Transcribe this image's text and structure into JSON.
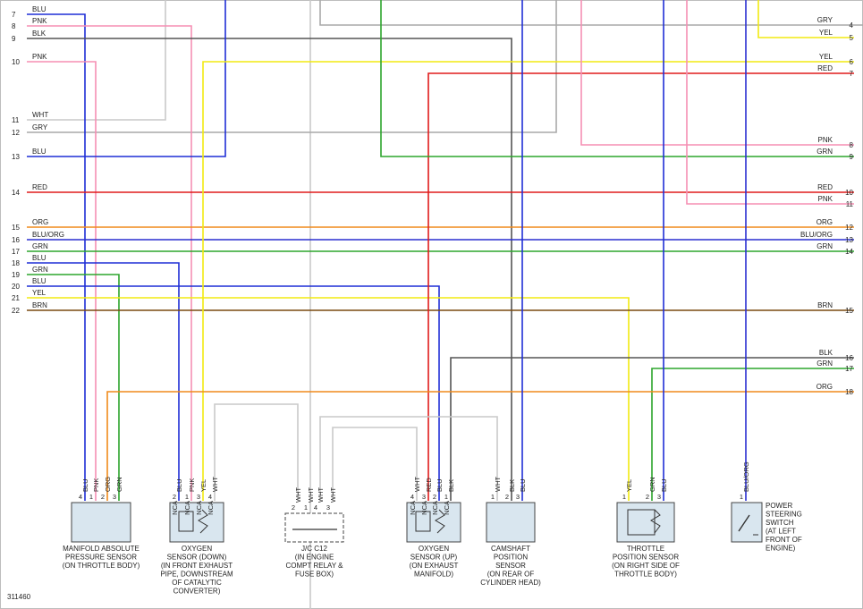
{
  "figure_id": "311460",
  "colors": {
    "BLU": "#1f2ed6",
    "PNK": "#f58fb4",
    "BLK": "#555555",
    "WHT": "#c9c9c9",
    "GRY": "#a9a9a9",
    "RED": "#e01b1b",
    "YEL": "#f2ea10",
    "GRN": "#2da52d",
    "ORG": "#f08a1c",
    "BRN": "#7a4a10",
    "BLU/ORG": "#2a2fd0"
  },
  "left_terminals": [
    {
      "pin": "7",
      "color": "BLU"
    },
    {
      "pin": "8",
      "color": "PNK"
    },
    {
      "pin": "9",
      "color": "BLK"
    },
    {
      "pin": "10",
      "color": "PNK"
    },
    {
      "pin": "11",
      "color": "WHT"
    },
    {
      "pin": "12",
      "color": "GRY"
    },
    {
      "pin": "13",
      "color": "BLU"
    },
    {
      "pin": "14",
      "color": "RED"
    },
    {
      "pin": "15",
      "color": "ORG"
    },
    {
      "pin": "16",
      "color": "BLU/ORG"
    },
    {
      "pin": "17",
      "color": "GRN"
    },
    {
      "pin": "18",
      "color": "BLU"
    },
    {
      "pin": "19",
      "color": "GRN"
    },
    {
      "pin": "20",
      "color": "BLU"
    },
    {
      "pin": "21",
      "color": "YEL"
    },
    {
      "pin": "22",
      "color": "BRN"
    }
  ],
  "right_terminals": [
    {
      "pin": "4",
      "color": "GRY"
    },
    {
      "pin": "5",
      "color": "YEL"
    },
    {
      "pin": "6",
      "color": "YEL"
    },
    {
      "pin": "7",
      "color": "RED"
    },
    {
      "pin": "8",
      "color": "PNK"
    },
    {
      "pin": "9",
      "color": "GRN"
    },
    {
      "pin": "10",
      "color": "RED"
    },
    {
      "pin": "11",
      "color": "PNK"
    },
    {
      "pin": "12",
      "color": "ORG"
    },
    {
      "pin": "13",
      "color": "BLU/ORG"
    },
    {
      "pin": "14",
      "color": "GRN"
    },
    {
      "pin": "15",
      "color": "BRN"
    },
    {
      "pin": "16",
      "color": "BLK"
    },
    {
      "pin": "17",
      "color": "GRN"
    },
    {
      "pin": "18",
      "color": "ORG"
    }
  ],
  "components": [
    {
      "id": "map",
      "caption": [
        "MANIFOLD ABSOLUTE",
        "PRESSURE SENSOR",
        "(ON THROTTLE BODY)"
      ],
      "pins": [
        {
          "pin": "4",
          "wire": "BLU"
        },
        {
          "pin": "1",
          "wire": "PNK"
        },
        {
          "pin": "2",
          "wire": "ORG"
        },
        {
          "pin": "3",
          "wire": "GRN"
        }
      ]
    },
    {
      "id": "o2down",
      "caption": [
        "OXYGEN",
        "SENSOR (DOWN)",
        "(IN FRONT EXHAUST",
        "PIPE, DOWNSTREAM",
        "OF CATALYTIC",
        "CONVERTER)"
      ],
      "pins": [
        {
          "pin": "2",
          "wire": "BLU",
          "tag": "NCA"
        },
        {
          "pin": "1",
          "wire": "PNK",
          "tag": "NCA"
        },
        {
          "pin": "3",
          "wire": "YEL",
          "tag": "NCA"
        },
        {
          "pin": "4",
          "wire": "WHT",
          "tag": "NCA"
        }
      ]
    },
    {
      "id": "jc12",
      "caption": [
        "J/C C12",
        "(IN ENGINE",
        "COMPT RELAY &",
        "FUSE BOX)"
      ],
      "pins": [
        {
          "pin": "2",
          "wire": "WHT"
        },
        {
          "pin": "1",
          "wire": "WHT"
        },
        {
          "pin": "4",
          "wire": "WHT"
        },
        {
          "pin": "3",
          "wire": "WHT"
        }
      ]
    },
    {
      "id": "o2up",
      "caption": [
        "OXYGEN",
        "SENSOR (UP)",
        "(ON EXHAUST",
        "MANIFOLD)"
      ],
      "pins": [
        {
          "pin": "4",
          "wire": "WHT",
          "tag": "NCA"
        },
        {
          "pin": "3",
          "wire": "RED",
          "tag": "NCA"
        },
        {
          "pin": "2",
          "wire": "BLU",
          "tag": "NCA"
        },
        {
          "pin": "1",
          "wire": "BLK",
          "tag": "NCA"
        }
      ]
    },
    {
      "id": "cmp",
      "caption": [
        "CAMSHAFT",
        "POSITION",
        "SENSOR",
        "(ON REAR OF",
        "CYLINDER HEAD)"
      ],
      "pins": [
        {
          "pin": "1",
          "wire": "WHT"
        },
        {
          "pin": "2",
          "wire": "BLK"
        },
        {
          "pin": "3",
          "wire": "BLU"
        }
      ]
    },
    {
      "id": "tps",
      "caption": [
        "THROTTLE",
        "POSITION SENSOR",
        "(ON RIGHT SIDE OF",
        "THROTTLE BODY)"
      ],
      "pins": [
        {
          "pin": "1",
          "wire": "YEL"
        },
        {
          "pin": "2",
          "wire": "GRN"
        },
        {
          "pin": "3",
          "wire": "BLU"
        }
      ]
    },
    {
      "id": "pss",
      "caption": [
        "POWER",
        "STEERING",
        "SWITCH",
        "(AT LEFT",
        "FRONT OF",
        "ENGINE)"
      ],
      "pins": [
        {
          "pin": "1",
          "wire": "BLU/ORG"
        }
      ]
    }
  ]
}
